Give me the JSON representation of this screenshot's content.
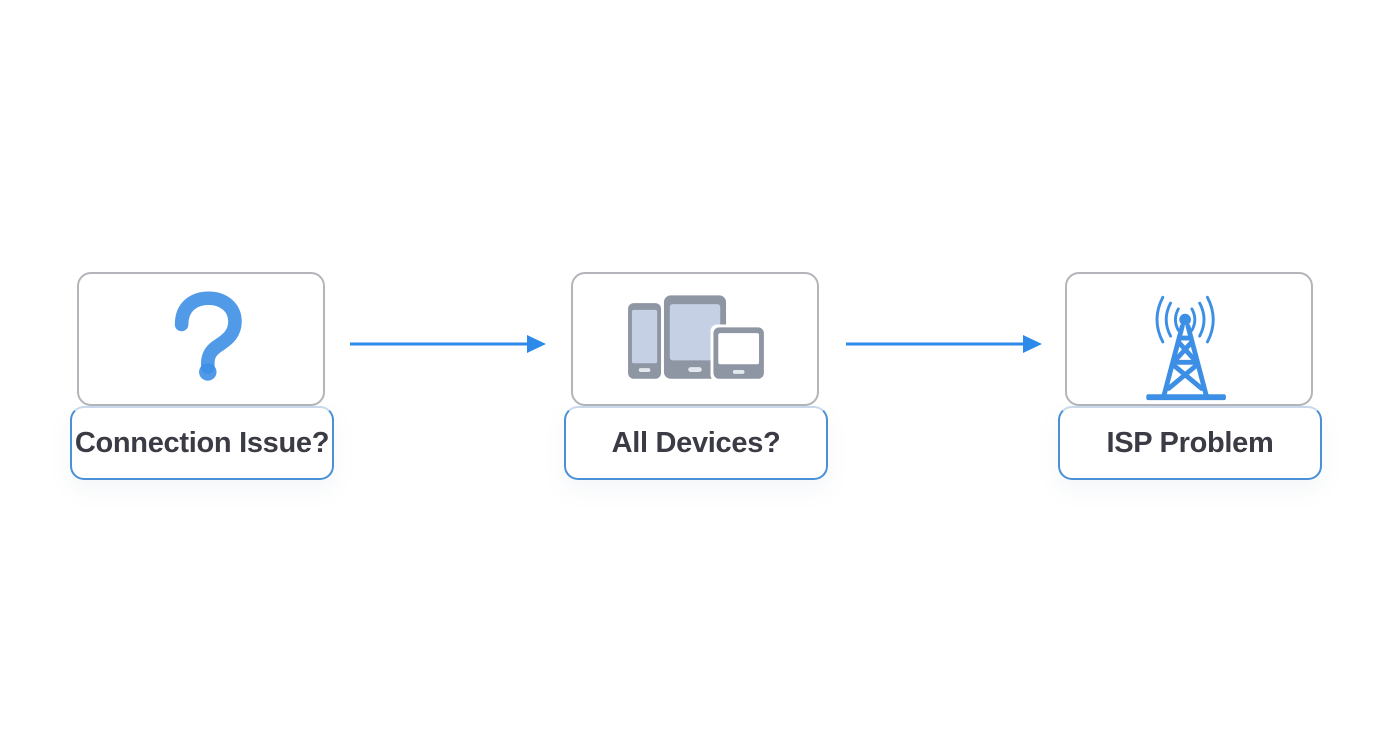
{
  "diagram": {
    "nodes": [
      {
        "id": "connection",
        "label": "Connection Issue?",
        "icon": "question-mark-icon"
      },
      {
        "id": "devices",
        "label": "All Devices?",
        "icon": "devices-icon"
      },
      {
        "id": "isp",
        "label": "ISP Problem",
        "icon": "cell-tower-icon"
      }
    ],
    "edges": [
      {
        "from": "connection",
        "to": "devices"
      },
      {
        "from": "devices",
        "to": "isp"
      }
    ]
  },
  "colors": {
    "accent": "#2d8ae8",
    "icon_blue": "#3d8fe6",
    "device_gray": "#8e95a3",
    "card_border": "#b3b5ba",
    "label_border": "#4a90d6",
    "text": "#3a3b44"
  }
}
